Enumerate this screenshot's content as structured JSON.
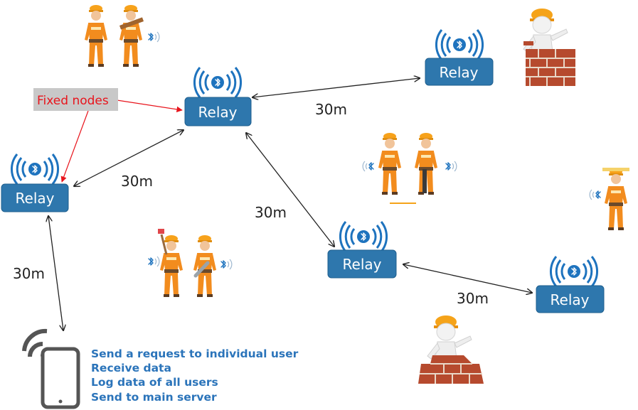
{
  "colors": {
    "relay_fill": "#2E77AD",
    "relay_stroke": "#1F5F8E",
    "fixed_label_text": "#E8141C",
    "fixed_label_bg": "#C8C8C8",
    "fixed_arrow": "#E8141C",
    "task_text": "#2B74BA",
    "worker_orange": "#F28C1E",
    "helmet": "#F7A21B",
    "brick": "#B64A2E",
    "bluetooth": "#1E73BE"
  },
  "fixed_nodes_label": "Fixed nodes",
  "relays": [
    {
      "id": "relay-left",
      "label": "Relay"
    },
    {
      "id": "relay-top",
      "label": "Relay"
    },
    {
      "id": "relay-right-top",
      "label": "Relay"
    },
    {
      "id": "relay-middle",
      "label": "Relay"
    },
    {
      "id": "relay-right-bottom",
      "label": "Relay"
    }
  ],
  "distances": [
    {
      "id": "d-top-righttop",
      "label": "30m"
    },
    {
      "id": "d-left-top",
      "label": "30m"
    },
    {
      "id": "d-top-middle",
      "label": "30m"
    },
    {
      "id": "d-left-phone",
      "label": "30m"
    },
    {
      "id": "d-middle-rightbottom",
      "label": "30m"
    }
  ],
  "phone_tasks": [
    "Send a request to individual user",
    "Receive data",
    "Log data of all users",
    "Send to main server"
  ],
  "icons": [
    "bluetooth-icon",
    "wifi-signal-icon",
    "smartphone-icon",
    "worker-icon",
    "bricklayer-icon"
  ]
}
